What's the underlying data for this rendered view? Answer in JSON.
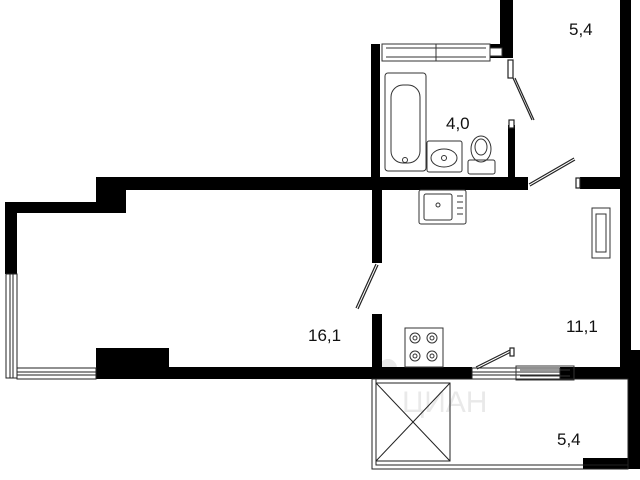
{
  "plan": {
    "colors": {
      "wall": "#000000",
      "line": "#222222",
      "fixture": "#333333",
      "background": "#ffffff"
    },
    "rooms": [
      {
        "id": "bathroom",
        "area": "4,0"
      },
      {
        "id": "hallway",
        "area": "5,4"
      },
      {
        "id": "living-room",
        "area": "16,1"
      },
      {
        "id": "kitchen",
        "area": "11,1"
      },
      {
        "id": "balcony",
        "area": "5,4"
      }
    ],
    "watermark": "ЦИАН"
  }
}
